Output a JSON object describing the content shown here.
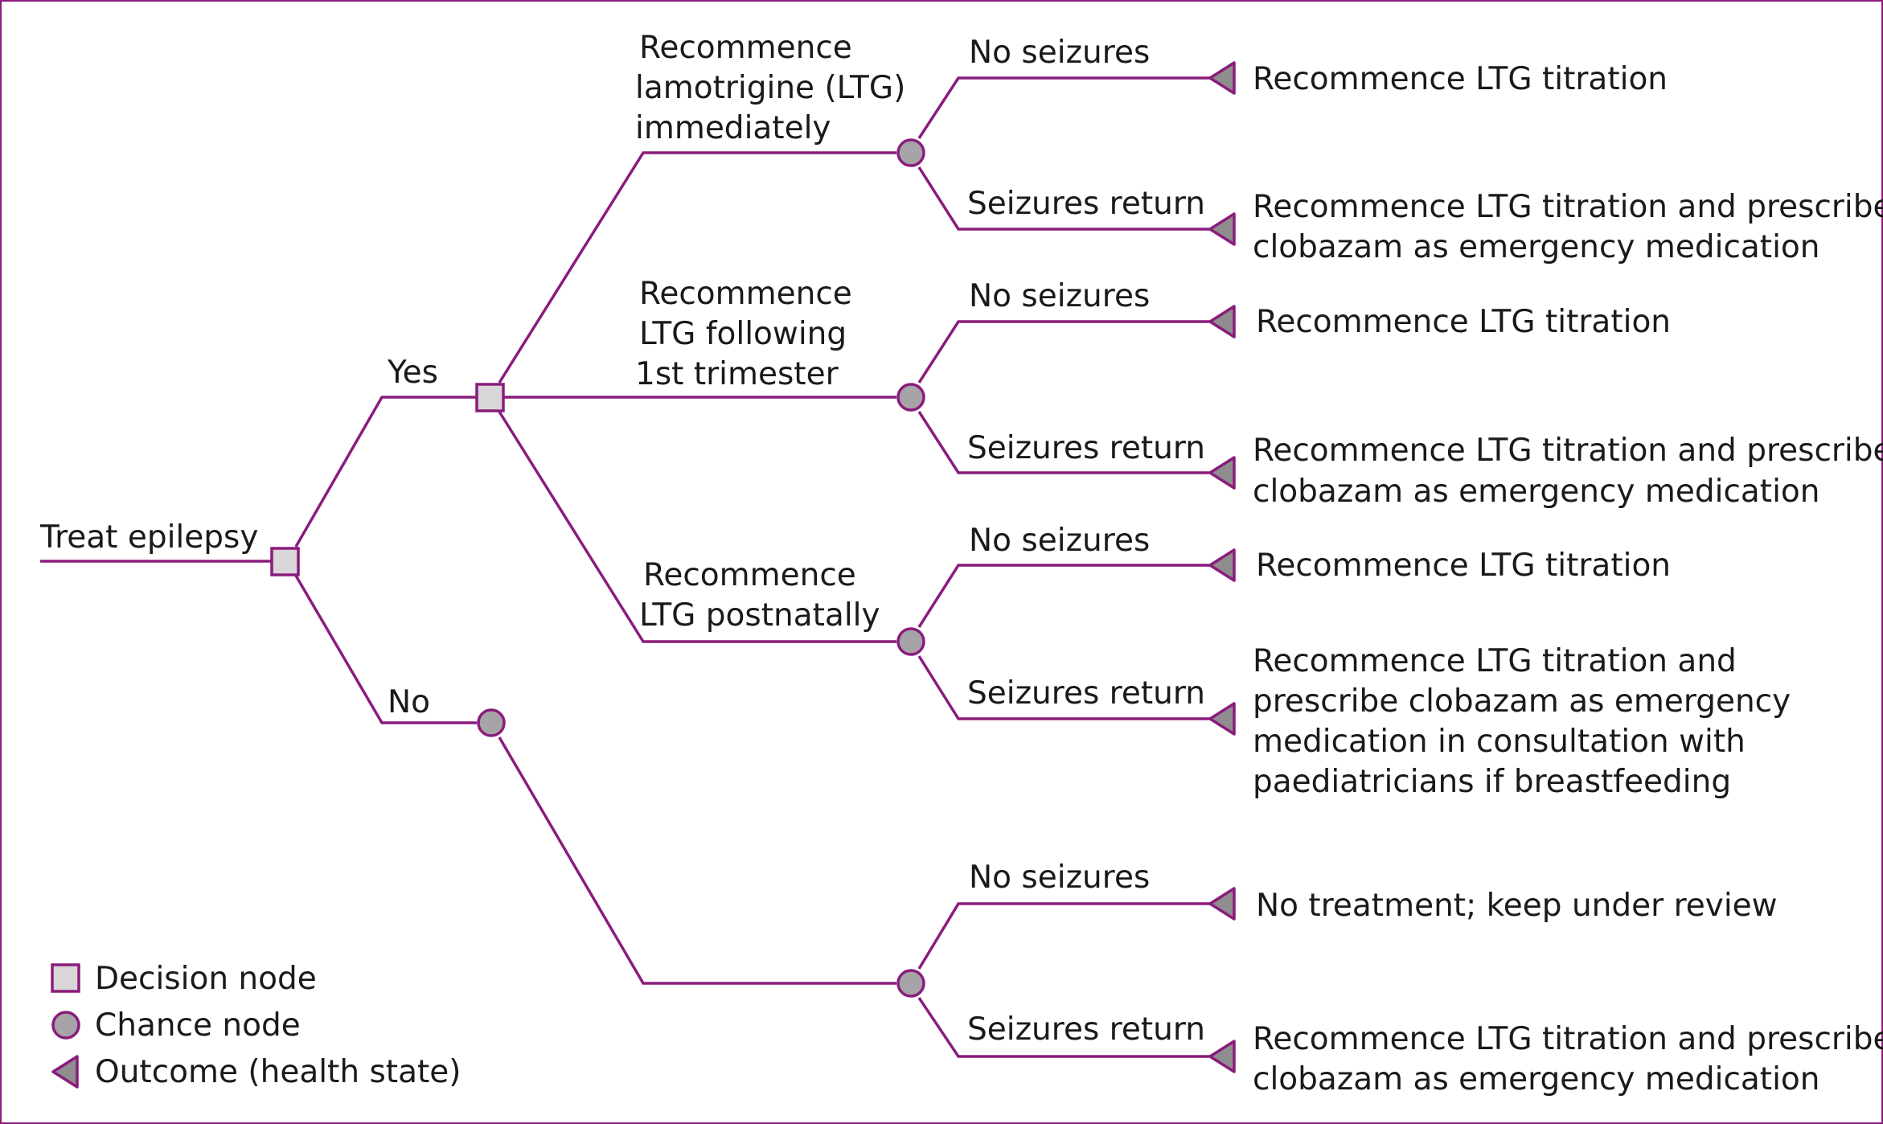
{
  "root": {
    "label": "Treat epilepsy"
  },
  "branches": {
    "yes": {
      "label": "Yes"
    },
    "no": {
      "label": "No"
    }
  },
  "options": [
    {
      "label_lines": [
        "Recommence",
        "lamotrigine (LTG)",
        "immediately"
      ]
    },
    {
      "label_lines": [
        "Recommence",
        "LTG following",
        "1st trimester"
      ]
    },
    {
      "label_lines": [
        "Recommence",
        "LTG postnatally"
      ]
    }
  ],
  "chance_labels": {
    "no_seizures": "No seizures",
    "seizures_return": "Seizures return"
  },
  "outcomes": [
    {
      "lines": [
        "Recommence LTG titration"
      ]
    },
    {
      "lines": [
        "Recommence LTG titration and prescribe",
        "clobazam as emergency medication"
      ]
    },
    {
      "lines": [
        "Recommence LTG titration"
      ]
    },
    {
      "lines": [
        "Recommence LTG titration and prescribe",
        "clobazam as emergency medication"
      ]
    },
    {
      "lines": [
        "Recommence LTG titration"
      ]
    },
    {
      "lines": [
        "Recommence LTG titration and",
        "prescribe clobazam as emergency",
        "medication in consultation with",
        "paediatricians if breastfeeding"
      ]
    },
    {
      "lines": [
        "No treatment; keep under review"
      ]
    },
    {
      "lines": [
        "Recommence LTG titration and prescribe",
        "clobazam as emergency medication"
      ]
    }
  ],
  "legend": {
    "decision": "Decision node",
    "chance": "Chance node",
    "outcome": "Outcome (health state)"
  },
  "colors": {
    "line": "#8a1c7c",
    "decision_fill": "#d8d6d8",
    "chance_fill": "#a6a4a6",
    "outcome_fill": "#8f8d8f"
  }
}
